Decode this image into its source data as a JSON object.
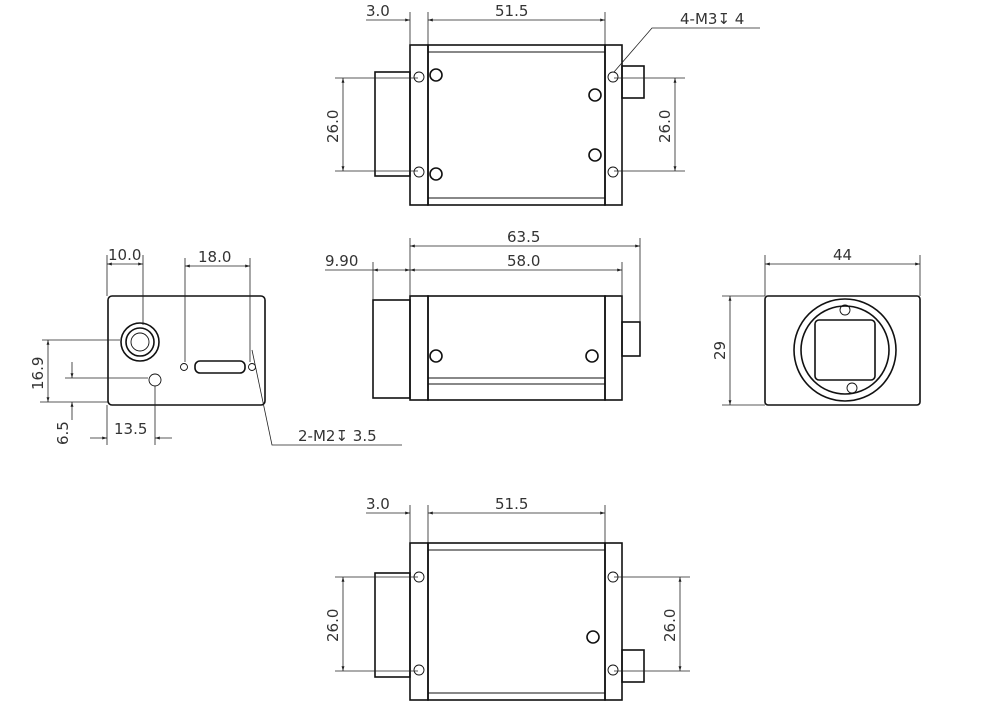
{
  "drawing": {
    "line_color": "#111111",
    "top_view": {
      "dim_plate": "3.0",
      "dim_body": "51.5",
      "dim_left_height": "26.0",
      "dim_right_height": "26.0",
      "callout": "4-M3↧ 4"
    },
    "back_view": {
      "dim_connector_x": "10.0",
      "dim_hole_spacing": "18.0",
      "dim_connector_y": "16.9",
      "dim_hole_y": "6.5",
      "dim_hole_x": "13.5",
      "callout": "2-M2↧ 3.5"
    },
    "side_view": {
      "dim_total": "63.5",
      "dim_body": "58.0",
      "dim_lens": "9.90"
    },
    "front_view": {
      "dim_width": "44",
      "dim_height": "29"
    },
    "bottom_view": {
      "dim_plate": "3.0",
      "dim_body": "51.5",
      "dim_left_height": "26.0",
      "dim_right_height": "26.0"
    }
  }
}
